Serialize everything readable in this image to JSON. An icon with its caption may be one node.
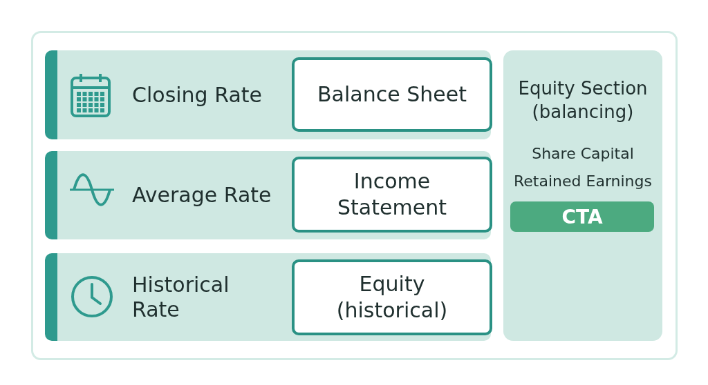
{
  "diagram": {
    "nodes": [
      {
        "text": [
          "Closing Rate"
        ]
      },
      {
        "text": [
          "Balance Sheet"
        ],
        "in": 0
      },
      {
        "text": [
          "Average Rate"
        ]
      },
      {
        "text": [
          "Income Statement"
        ],
        "in": 2
      },
      {
        "text": [
          "Historical Rate"
        ]
      },
      {
        "text": [
          "Equity (historical)"
        ],
        "in": 4
      },
      {
        "text": [
          "Equity Section (balancing)",
          "Share Capital",
          "Retained Earnings"
        ]
      },
      {
        "text": [
          "CTA"
        ],
        "in": 6
      }
    ]
  }
}
